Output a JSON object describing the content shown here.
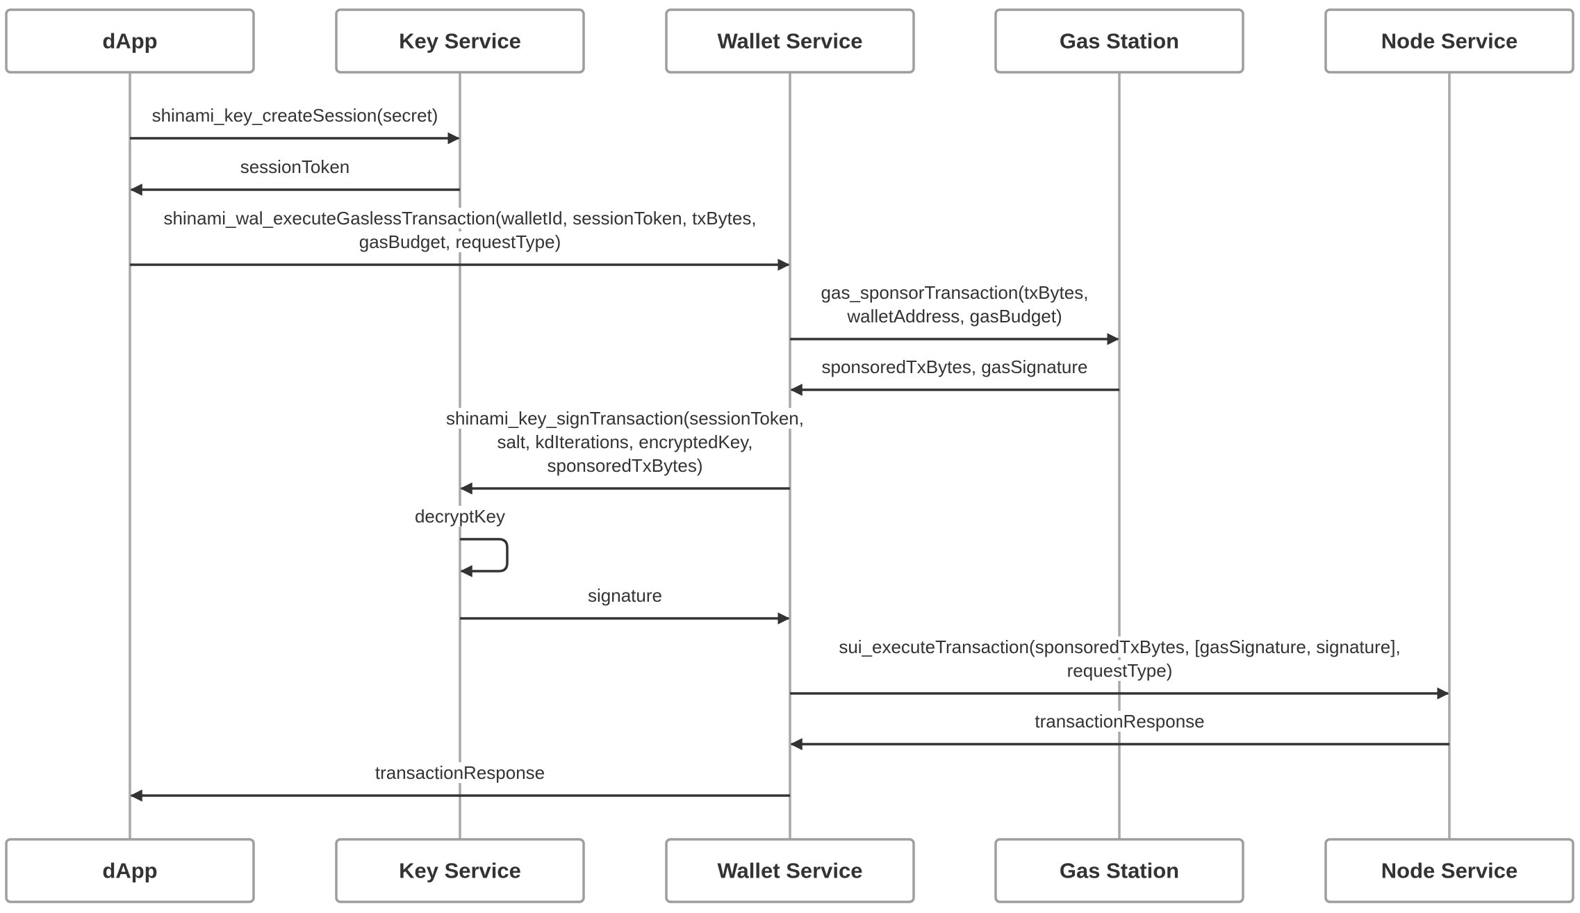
{
  "participants": [
    {
      "id": "dapp",
      "label": "dApp"
    },
    {
      "id": "key",
      "label": "Key Service"
    },
    {
      "id": "wallet",
      "label": "Wallet Service"
    },
    {
      "id": "gas",
      "label": "Gas Station"
    },
    {
      "id": "node",
      "label": "Node Service"
    }
  ],
  "messages": [
    {
      "from": "dapp",
      "to": "key",
      "lines": [
        "shinami_key_createSession(secret)"
      ]
    },
    {
      "from": "key",
      "to": "dapp",
      "lines": [
        "sessionToken"
      ]
    },
    {
      "from": "dapp",
      "to": "wallet",
      "lines": [
        "shinami_wal_executeGaslessTransaction(walletId, sessionToken, txBytes,",
        "gasBudget, requestType)"
      ]
    },
    {
      "from": "wallet",
      "to": "gas",
      "lines": [
        "gas_sponsorTransaction(txBytes,",
        "walletAddress, gasBudget)"
      ]
    },
    {
      "from": "gas",
      "to": "wallet",
      "lines": [
        "sponsoredTxBytes, gasSignature"
      ]
    },
    {
      "from": "wallet",
      "to": "key",
      "lines": [
        "shinami_key_signTransaction(sessionToken,",
        "salt, kdIterations, encryptedKey,",
        "sponsoredTxBytes)"
      ]
    },
    {
      "from": "key",
      "to": "key",
      "lines": [
        "decryptKey"
      ]
    },
    {
      "from": "key",
      "to": "wallet",
      "lines": [
        "signature"
      ]
    },
    {
      "from": "wallet",
      "to": "node",
      "lines": [
        "sui_executeTransaction(sponsoredTxBytes, [gasSignature, signature],",
        "requestType)"
      ]
    },
    {
      "from": "node",
      "to": "wallet",
      "lines": [
        "transactionResponse"
      ]
    },
    {
      "from": "wallet",
      "to": "dapp",
      "lines": [
        "transactionResponse"
      ]
    }
  ]
}
